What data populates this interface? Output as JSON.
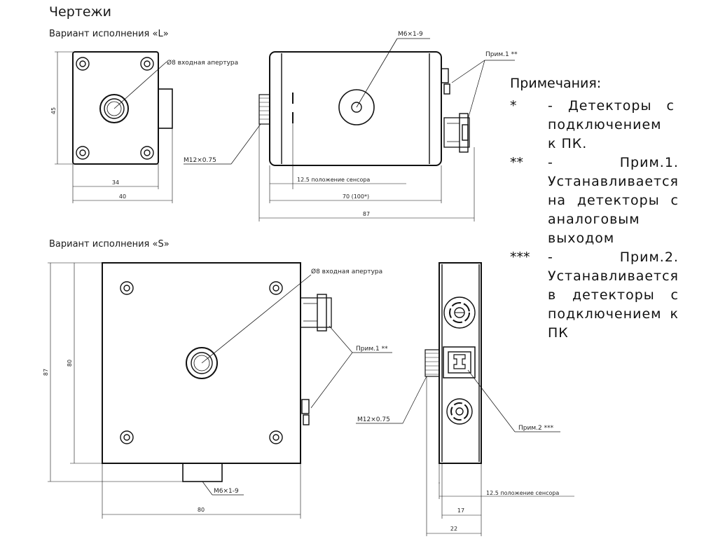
{
  "heading": "Чертежи",
  "variant_l": "Вариант исполнения «L»",
  "variant_s": "Вариант исполнения «S»",
  "callouts": {
    "aperture": "Ø8 входная апертура",
    "thread_m6": "M6×1-9",
    "thread_m12": "M12×0.75",
    "prim1": "Прим.1 **",
    "prim2": "Прим.2 ***",
    "sensor_pos": "12.5 положение сенсора"
  },
  "dims": {
    "l_height": "45",
    "l_34": "34",
    "l_40": "40",
    "l_70": "70 (100*)",
    "l_87": "87",
    "s_87": "87",
    "s_80v": "80",
    "s_80h": "80",
    "s_17": "17",
    "s_22": "22"
  },
  "notes": {
    "title": "Примечания:",
    "items": [
      {
        "mark": "*",
        "text": "- Детекторы с подключением к ПК."
      },
      {
        "mark": "**",
        "text": "- Прим.1. Устанавливается на детекторы с аналоговым выходом"
      },
      {
        "mark": "***",
        "text": "- Прим.2. Устанавливается в детекторы с подключением к ПК"
      }
    ]
  }
}
